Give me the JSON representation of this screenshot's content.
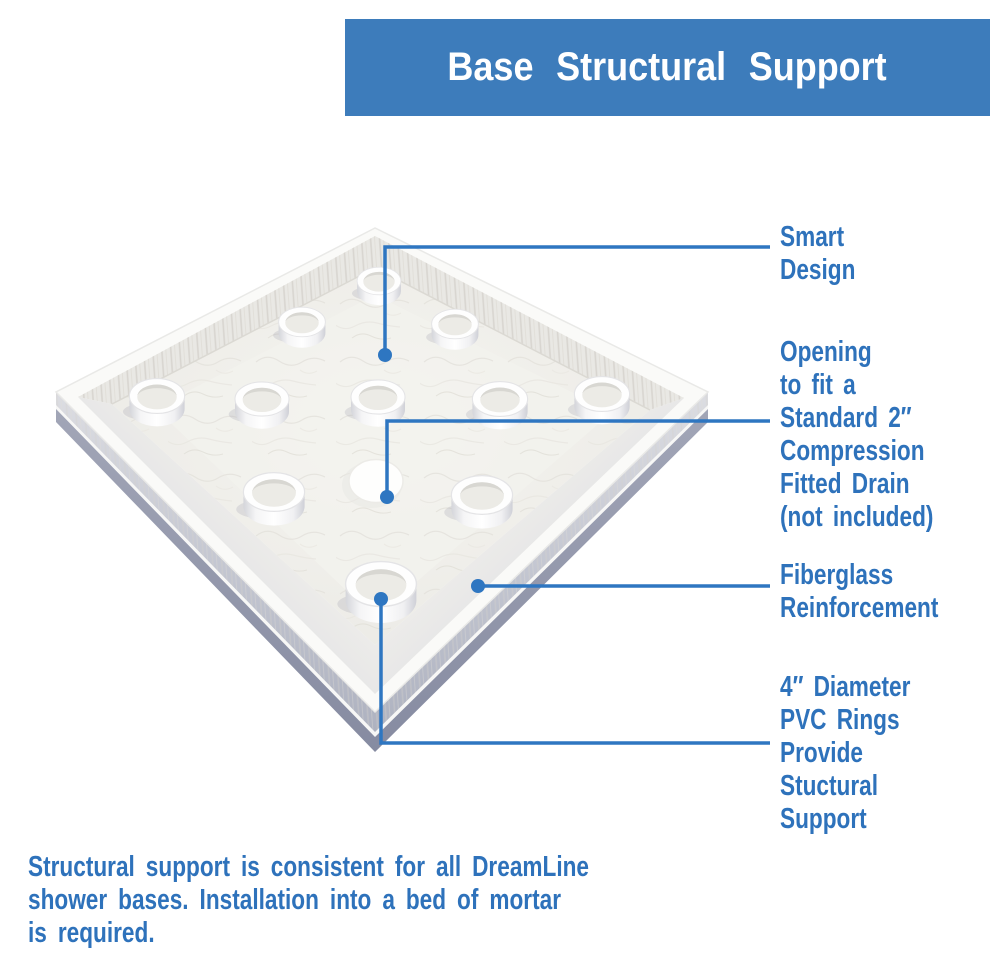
{
  "header": {
    "title": "Base Structural Support",
    "bg_color": "#3D7CBB",
    "text_color": "#FFFFFF"
  },
  "palette": {
    "callout_text": "#2E72BB",
    "callout_line": "#2E76C1",
    "pan_underside": "#8E93A9",
    "pan_wall_face": "#C2C5D0",
    "pan_floor": "#F1F0EC",
    "ring_white": "#FEFEFE",
    "background": "#FFFFFF"
  },
  "callouts": [
    {
      "id": "smart-design",
      "lines": [
        "Smart",
        "Design"
      ]
    },
    {
      "id": "drain-opening",
      "lines": [
        "Opening",
        "to fit a",
        "Standard 2″",
        "Compression",
        "Fitted Drain",
        "(not included)"
      ]
    },
    {
      "id": "fiberglass-reinforcement",
      "lines": [
        "Fiberglass",
        "Reinforcement"
      ]
    },
    {
      "id": "pvc-rings",
      "lines": [
        "4″ Diameter",
        "PVC Rings",
        "Provide",
        "Stuctural",
        "Support"
      ]
    }
  ],
  "footnote": {
    "lines": [
      "Structural support is consistent for all DreamLine",
      "shower bases. Installation into a bed of mortar",
      "is required."
    ]
  },
  "illustration": {
    "label": "shower-base-pan",
    "ring_count": 11,
    "drain_count": 1
  }
}
